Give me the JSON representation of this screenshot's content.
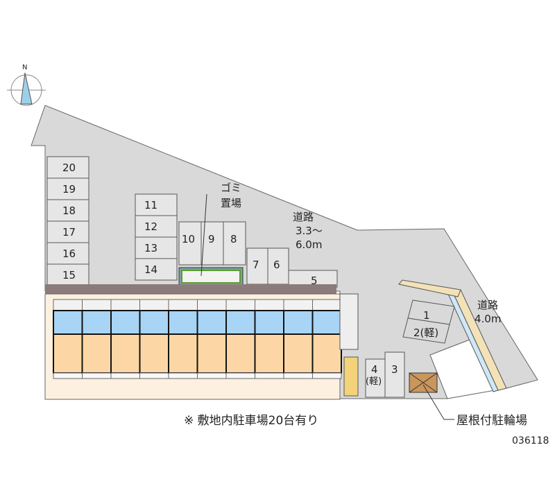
{
  "compass": {
    "north_label": "N"
  },
  "road_north": {
    "name": "道路",
    "width_line1": "3.3〜",
    "width_line2": "6.0m"
  },
  "road_east": {
    "name": "道路",
    "width": "4.0m"
  },
  "garbage": {
    "line1": "ゴミ",
    "line2": "置場"
  },
  "parking_left": [
    "20",
    "19",
    "18",
    "17",
    "16",
    "15"
  ],
  "parking_middle": [
    "11",
    "12",
    "13",
    "14"
  ],
  "parking_upper": [
    "10",
    "9",
    "8"
  ],
  "parking_76": [
    "7",
    "6"
  ],
  "parking_5": "5",
  "parking_right": [
    "1",
    "2(軽)"
  ],
  "parking_bottom": [
    "4",
    "(軽)",
    "3"
  ],
  "bicycle": {
    "label": "屋根付駐輪場"
  },
  "note": "※ 敷地内駐車場20台有り",
  "property_code": "036118",
  "colors": {
    "ground": "#d9d9d9",
    "units_top": "#a8d4f5",
    "units_bottom": "#fcd7a5",
    "walkway": "#8c7b7b",
    "yard": "#fdf0e0"
  }
}
